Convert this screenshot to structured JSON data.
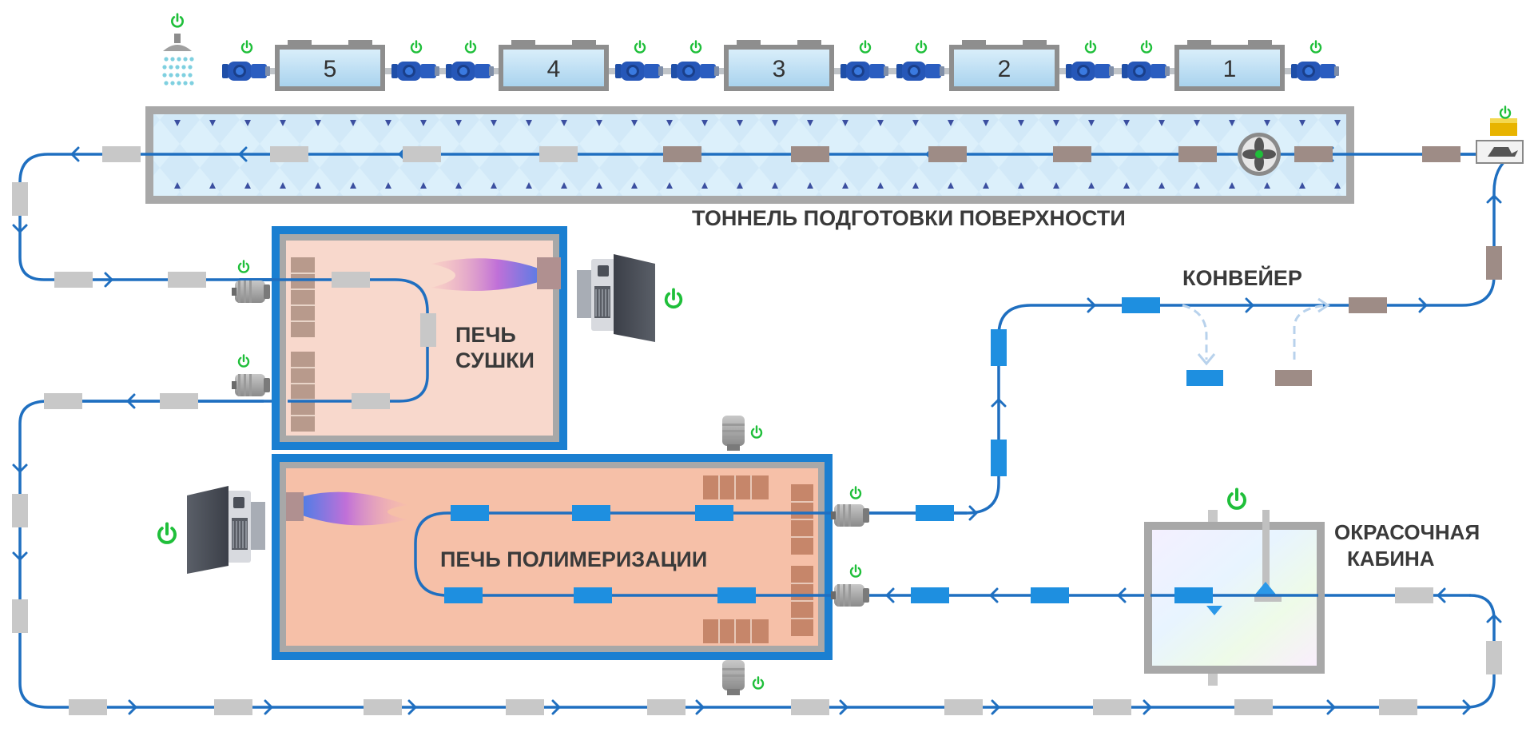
{
  "labels": {
    "tunnel": "ТОННЕЛЬ ПОДГОТОВКИ ПОВЕРХНОСТИ",
    "conveyor": "КОНВЕЙЕР",
    "drying_oven_line1": "ПЕЧЬ",
    "drying_oven_line2": "СУШКИ",
    "curing_oven": "ПЕЧЬ ПОЛИМЕРИЗАЦИИ",
    "paint_booth_line1": "ОКРАСОЧНАЯ",
    "paint_booth_line2": "КАБИНА"
  },
  "tanks": [
    "5",
    "4",
    "3",
    "2",
    "1"
  ],
  "colors": {
    "conveyor_line": "#1f6fc0",
    "power_icon": "#1fbf3a",
    "oven_frame": "#1a7fd1",
    "drying_oven_fill": "#f8d8cc",
    "curing_oven_fill": "#f6c0a8",
    "tunnel_fill": "#dbeefa",
    "tank_fill": "#bfe0f2",
    "part_raw": "#9e8c86",
    "part_clean": "#c8c8c8",
    "part_painted": "#1e8fe0",
    "motor_blue": "#1f4fa8"
  },
  "icons": [
    "shower-icon",
    "power-icon",
    "pump-motor-icon",
    "fan-icon",
    "oil-can-icon",
    "burner-icon",
    "flame-icon",
    "spray-gun-icon"
  ]
}
